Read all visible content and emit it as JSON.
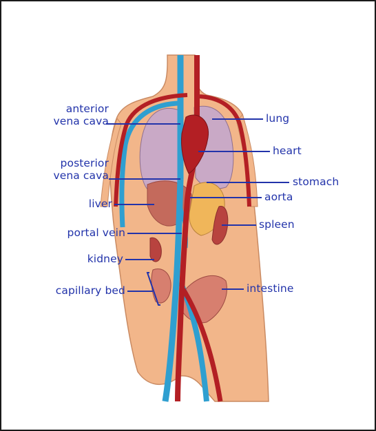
{
  "colors": {
    "label_text": "#2233aa",
    "leader": "#2233aa",
    "skin": "#f2b68a",
    "skin_outline": "#c98a62",
    "artery": "#b31f24",
    "vein": "#2f9fd0",
    "lung": "#c9a9c6",
    "liver": "#c46a5c",
    "stomach": "#f0b65a",
    "organ_outline": "#9c4a42"
  },
  "labels": {
    "anterior_vena_cava_1": "anterior",
    "anterior_vena_cava_2": "vena cava",
    "posterior_vena_cava_1": "posterior",
    "posterior_vena_cava_2": "vena cava",
    "liver": "liver",
    "portal_vein": "portal vein",
    "kidney": "kidney",
    "capillary_bed": "capillary bed",
    "lung": "lung",
    "heart": "heart",
    "stomach": "stomach",
    "aorta": "aorta",
    "spleen": "spleen",
    "intestine": "intestine"
  }
}
